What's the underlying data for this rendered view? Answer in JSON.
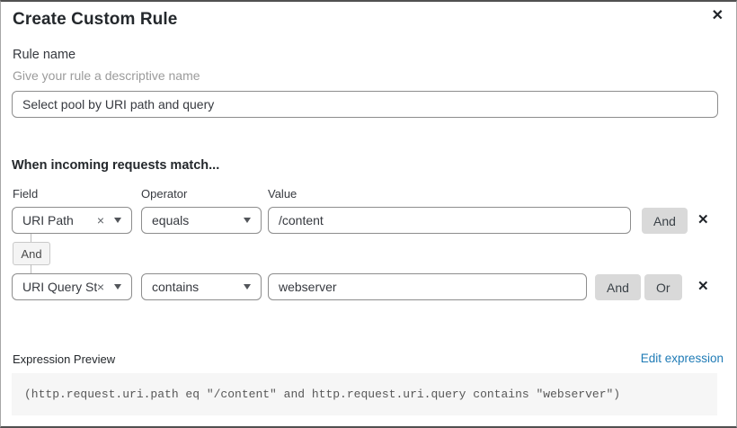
{
  "dialog": {
    "title": "Create Custom Rule",
    "close_icon": "✕"
  },
  "rule_name": {
    "label": "Rule name",
    "helper": "Give your rule a descriptive name",
    "value": "Select pool by URI path and query"
  },
  "match": {
    "heading": "When incoming requests match...",
    "columns": {
      "field": "Field",
      "operator": "Operator",
      "value": "Value"
    },
    "rows": [
      {
        "field": "URI Path",
        "operator": "equals",
        "value": "/content",
        "and_label": "And",
        "clear_icon": "×",
        "remove_icon": "✕"
      },
      {
        "field": "URI Query St...",
        "operator": "contains",
        "value": "webserver",
        "and_label": "And",
        "or_label": "Or",
        "clear_icon": "×",
        "remove_icon": "✕"
      }
    ],
    "connector_label": "And"
  },
  "expression": {
    "label": "Expression Preview",
    "edit_link": "Edit expression",
    "code": "(http.request.uri.path eq \"/content\" and http.request.uri.query contains \"webserver\")"
  },
  "colors": {
    "link_blue": "#1f7bb6",
    "button_gray": "#d9d9d9",
    "input_border": "#8d8d8d",
    "code_bg": "#f6f6f6"
  }
}
